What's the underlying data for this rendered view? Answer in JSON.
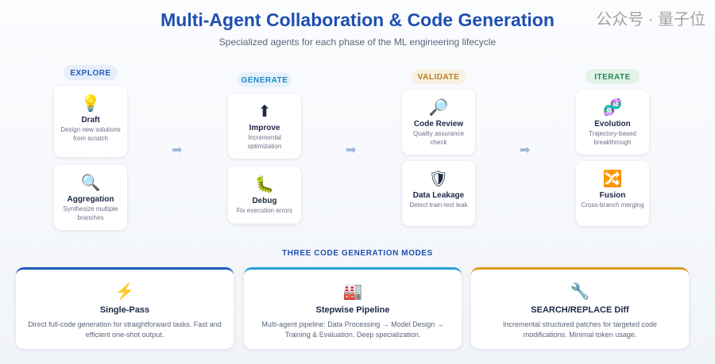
{
  "title": "Multi-Agent Collaboration & Code Generation",
  "subtitle": "Specialized agents for each phase of the ML engineering lifecycle",
  "phases": [
    {
      "label": "EXPLORE",
      "color": "#1f5bbf",
      "bg": "#e6eef9",
      "cards": [
        {
          "icon": "lightbulb-icon",
          "glyph": "💡",
          "name": "Draft",
          "desc": "Design new solutions from scratch"
        },
        {
          "icon": "magnifier-icon",
          "glyph": "🔍",
          "name": "Aggregation",
          "desc": "Synthesize multiple branches"
        }
      ]
    },
    {
      "label": "GENERATE",
      "color": "#1e8ac8",
      "bg": "#e4f1f9",
      "cards": [
        {
          "icon": "up-arrow-icon",
          "glyph": "⬆",
          "name": "Improve",
          "desc": "Incremental optimization"
        },
        {
          "icon": "bug-icon",
          "glyph": "🐛",
          "name": "Debug",
          "desc": "Fix execution errors"
        }
      ]
    },
    {
      "label": "VALIDATE",
      "color": "#b7821c",
      "bg": "#f8f0e1",
      "cards": [
        {
          "icon": "magnifier-icon",
          "glyph": "🔎",
          "name": "Code Review",
          "desc": "Quality assurance check"
        },
        {
          "icon": "shield-icon",
          "glyph": "🛡",
          "name": "Data Leakage",
          "desc": "Detect train-test leak"
        }
      ]
    },
    {
      "label": "ITERATE",
      "color": "#248a4e",
      "bg": "#e3f3ea",
      "cards": [
        {
          "icon": "dna-icon",
          "glyph": "🧬",
          "name": "Evolution",
          "desc": "Trajectory-based breakthrough"
        },
        {
          "icon": "shuffle-icon",
          "glyph": "🔀",
          "name": "Fusion",
          "desc": "Cross-branch merging"
        }
      ]
    }
  ],
  "arrow_glyph": "➡",
  "modes_title": "THREE CODE GENERATION MODES",
  "modes": [
    {
      "icon": "lightning-icon",
      "glyph": "⚡",
      "name": "Single-Pass",
      "desc": "Direct full-code generation for straightforward tasks. Fast and efficient one-shot output.",
      "color": "#1f5bbf"
    },
    {
      "icon": "factory-icon",
      "glyph": "🏭",
      "name": "Stepwise Pipeline",
      "desc": "Multi-agent pipeline: Data Processing → Model Design → Training & Evaluation. Deep specialization.",
      "color": "#2aa0d8"
    },
    {
      "icon": "wrench-icon",
      "glyph": "🔧",
      "name": "SEARCH/REPLACE Diff",
      "desc": "Incremental structured patches for targeted code modifications. Minimal token usage.",
      "color": "#d99a1e"
    }
  ],
  "watermark": "公众号 · 量子位"
}
